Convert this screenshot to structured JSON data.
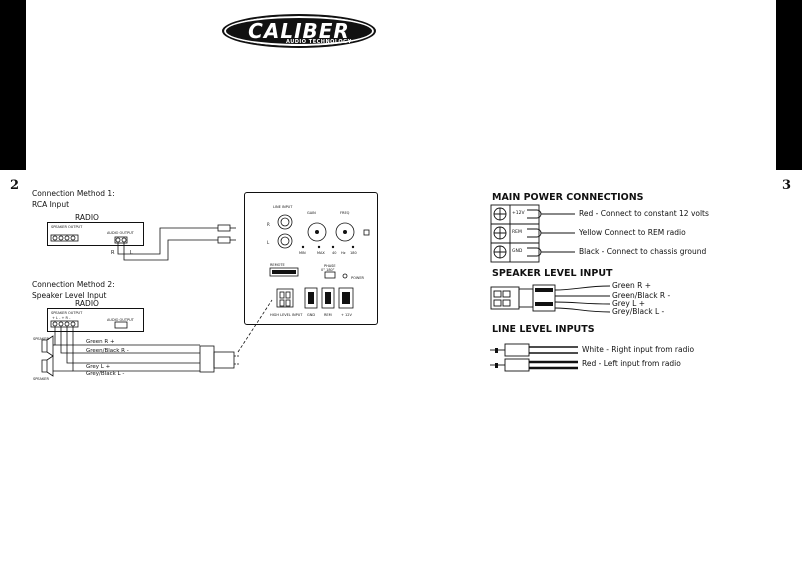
{
  "logo": {
    "brand": "CALIBER",
    "tagline": "AUDIO TECHNOLOGY"
  },
  "left_page": {
    "page_number": "2",
    "method1": {
      "title": "Connection Method 1:",
      "subtitle": "RCA Input",
      "device": "RADIO",
      "speaker_output": "SPEAKER OUTPUT",
      "audio_output": "AUDIO OUTPUT",
      "r": "R",
      "l": "L"
    },
    "method2": {
      "title": "Connection Method 2:",
      "subtitle": "Speaker Level Input",
      "device": "RADIO",
      "speaker_output": "SPEAKER OUTPUT",
      "audio_output": "AUDIO OUTPUT",
      "terminals": "+ L -  + R -",
      "speaker_top": "SPEAKER",
      "speaker_bottom": "SPEAKER",
      "wires": [
        "Green R +",
        "Green/Black R -",
        "Grey L +",
        "Grey/Black L -"
      ]
    },
    "panel": {
      "line_input": "LINE INPUT",
      "gain": "GAIN",
      "freq": "FREQ",
      "r": "R",
      "l": "L",
      "min": "MIN",
      "max": "MAX",
      "f1": "40",
      "f2": "Hz",
      "f3": "180",
      "remote": "REMOTE",
      "phase": "PHASE",
      "phase_values": "0°  180°",
      "power": "POWER",
      "high_level_input": "HIGH LEVEL INPUT",
      "gnd": "GND",
      "rem": "REM",
      "plus12v": "+ 12V"
    }
  },
  "right_page": {
    "page_number": "3",
    "main_power": {
      "heading": "MAIN POWER CONNECTIONS",
      "rows": [
        {
          "tag": "+12V",
          "text": "Red - Connect to constant 12 volts"
        },
        {
          "tag": "REM",
          "text": "Yellow Connect to REM radio"
        },
        {
          "tag": "GND",
          "text": "Black - Connect to chassis ground"
        }
      ]
    },
    "speaker_level": {
      "heading": "SPEAKER LEVEL INPUT",
      "wires": [
        "Green R +",
        "Green/Black R -",
        "Grey L +",
        "Grey/Black L -"
      ]
    },
    "line_level": {
      "heading": "LINE LEVEL INPUTS",
      "wires": [
        "White - Right input from radio",
        "Red - Left input from radio"
      ]
    }
  }
}
